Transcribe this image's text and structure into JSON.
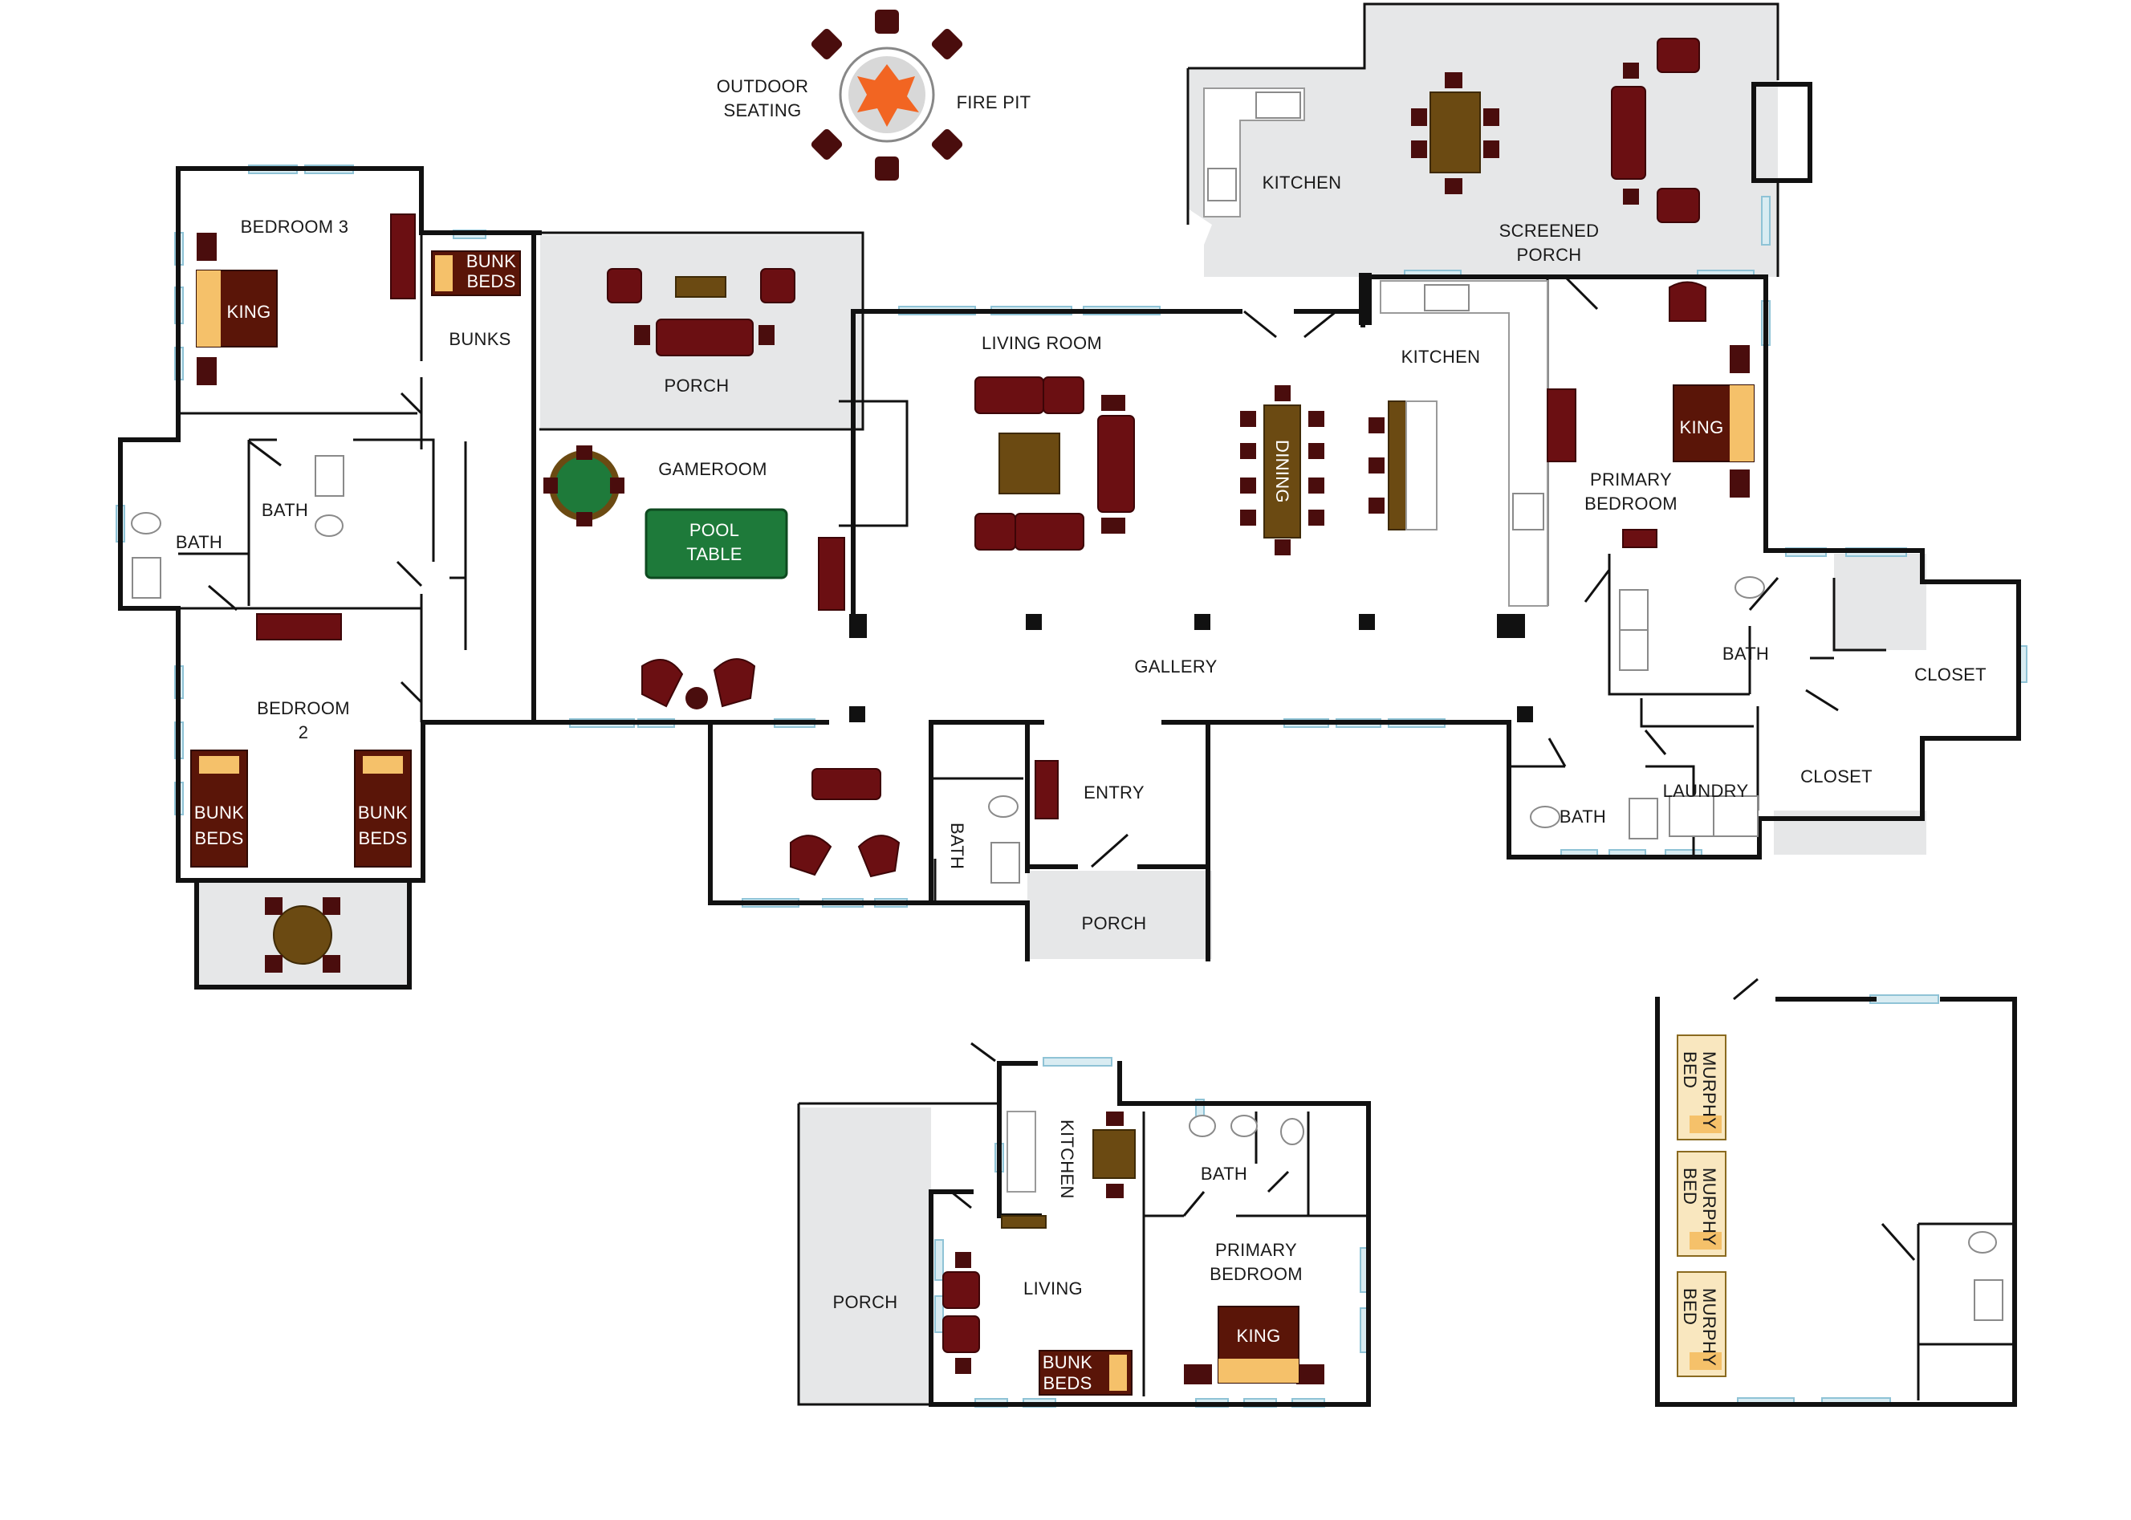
{
  "rooms": {
    "outdoor_seating": [
      "OUTDOOR",
      "SEATING"
    ],
    "fire_pit": "FIRE PIT",
    "kitchen_screened": "KITCHEN",
    "screened_porch": [
      "SCREENED",
      "PORCH"
    ],
    "bedroom3": "BEDROOM 3",
    "bunks": "BUNKS",
    "porch_upper": "PORCH",
    "living_room": "LIVING ROOM",
    "kitchen_main": "KITCHEN",
    "dining": "DINING",
    "primary_bedroom": [
      "PRIMARY",
      "BEDROOM"
    ],
    "gameroom": "GAMEROOM",
    "pool_table": [
      "POOL",
      "TABLE"
    ],
    "bath_left": "BATH",
    "bath_left2": "BATH",
    "bedroom2": [
      "BEDROOM",
      "2"
    ],
    "gallery": "GALLERY",
    "entry": "ENTRY",
    "bath_entry": "BATH",
    "porch_entry": "PORCH",
    "bath_primary": "BATH",
    "closet1": "CLOSET",
    "closet2": "CLOSET",
    "laundry": "LAUNDRY",
    "bath_laundry": "BATH",
    "porch_guest": "PORCH",
    "kitchen_guest": "KITCHEN",
    "bath_guest": "BATH",
    "living_guest": "LIVING",
    "primary_bedroom_guest": [
      "PRIMARY",
      "BEDROOM"
    ]
  },
  "beds": {
    "king_bedroom3": "KING",
    "bunk_beds_bunks": [
      "BUNK",
      "BEDS"
    ],
    "king_primary": "KING",
    "bunk_beds_bedroom2_a": [
      "BUNK",
      "BEDS"
    ],
    "bunk_beds_bedroom2_b": [
      "BUNK",
      "BEDS"
    ],
    "king_guest": "KING",
    "bunk_beds_guest": [
      "BUNK",
      "BEDS"
    ],
    "murphy_1": [
      "MURPHY",
      "BED"
    ],
    "murphy_2": [
      "MURPHY",
      "BED"
    ],
    "murphy_3": [
      "MURPHY",
      "BED"
    ]
  },
  "colors": {
    "wall": "#111111",
    "floor_gray": "#e6e7e8",
    "furniture": "#6b0f12",
    "wood_table": "#6b4a12",
    "pool_felt": "#1e7a3a",
    "mattress": "#f5c16a",
    "fire": "#f26522",
    "window": "#d9ecf2"
  }
}
